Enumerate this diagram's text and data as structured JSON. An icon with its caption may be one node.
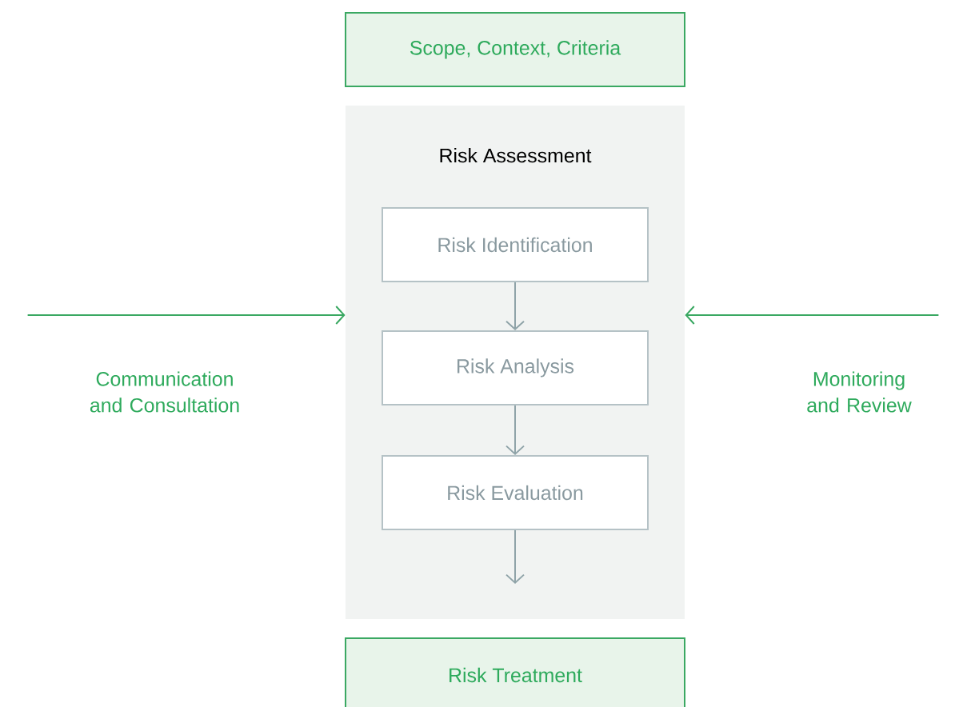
{
  "diagram": {
    "nodes": [
      {
        "text": [
          "Scope, Context, Criteria"
        ]
      },
      {
        "text": [
          "Risk Assessment"
        ]
      },
      {
        "text": [
          "Risk Identification"
        ],
        "in": 1
      },
      {
        "text": [
          "Risk Analysis"
        ],
        "in": 1
      },
      {
        "text": [
          "Risk Evaluation"
        ],
        "in": 1
      },
      {
        "text": [
          "Risk Treatment"
        ]
      },
      {
        "text": [
          "Communication and Consultation"
        ]
      },
      {
        "text": [
          "Monitoring and Review"
        ]
      }
    ],
    "edges": [
      {
        "from": 2,
        "to": 3,
        "arrow": "to"
      },
      {
        "from": 3,
        "to": 4,
        "arrow": "to"
      },
      {
        "from": 4,
        "to": null,
        "arrow": "to"
      },
      {
        "from": 6,
        "to": 1,
        "arrow": "to",
        "color": "#3aa862"
      },
      {
        "from": 7,
        "to": 1,
        "arrow": "to",
        "color": "#3aa862"
      }
    ]
  }
}
